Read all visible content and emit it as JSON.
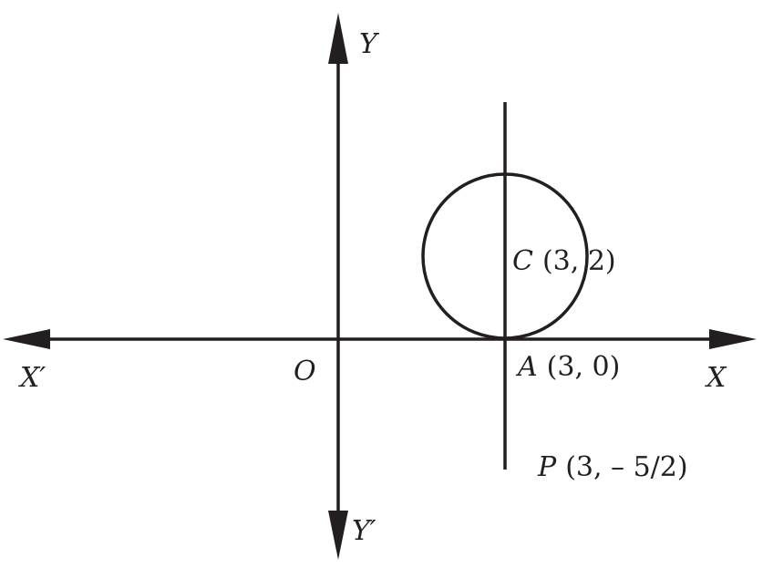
{
  "diagram": {
    "labels": {
      "y_pos": "Y",
      "y_neg": "Y′",
      "x_pos": "X",
      "x_neg": "X′",
      "origin": "O"
    },
    "points": {
      "c": {
        "name": "C",
        "coords": "(3, 2)"
      },
      "a": {
        "name": "A",
        "coords": "(3, 0)"
      },
      "p": {
        "name": "P",
        "coords": "(3, – 5/2)"
      }
    },
    "colors": {
      "ink": "#231f20",
      "background": "#ffffff"
    }
  }
}
